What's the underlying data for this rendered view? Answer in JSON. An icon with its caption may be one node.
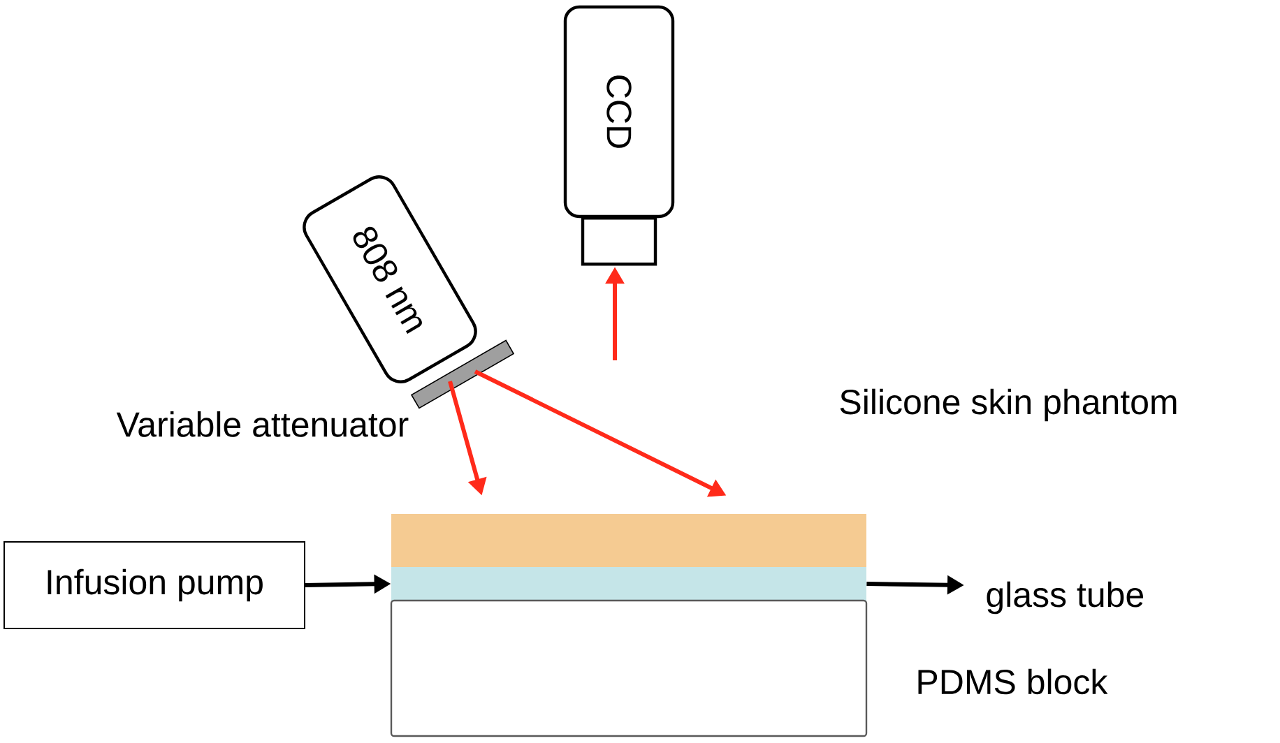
{
  "diagram": {
    "nodes": [
      {
        "text": [
          "808 nm"
        ]
      },
      {
        "text": [
          "CCD"
        ]
      },
      {
        "text": [],
        "shape": "bar",
        "beside": [
          "Variable attenuator"
        ]
      },
      {
        "text": [],
        "shape": "box"
      },
      {
        "text": [],
        "shape": "box"
      },
      {
        "text": [],
        "shape": "box"
      },
      {
        "text": [
          "Infusion pump"
        ]
      }
    ],
    "edges": [
      {
        "from": 2,
        "to": 3,
        "arrow": "to",
        "color": "#ff2a1a"
      },
      {
        "from": 2,
        "to": 3,
        "arrow": "to",
        "color": "#ff2a1a"
      },
      {
        "from": null,
        "to": 1,
        "arrow": "to",
        "color": "#ff2a1a"
      },
      {
        "from": 6,
        "to": 4,
        "arrow": "to",
        "color": "#000000"
      },
      {
        "from": 4,
        "to": null,
        "arrow": "to",
        "color": "#000000"
      }
    ],
    "labels": [
      "Silicone skin phantom",
      "glass tube",
      "PDMS block"
    ]
  }
}
